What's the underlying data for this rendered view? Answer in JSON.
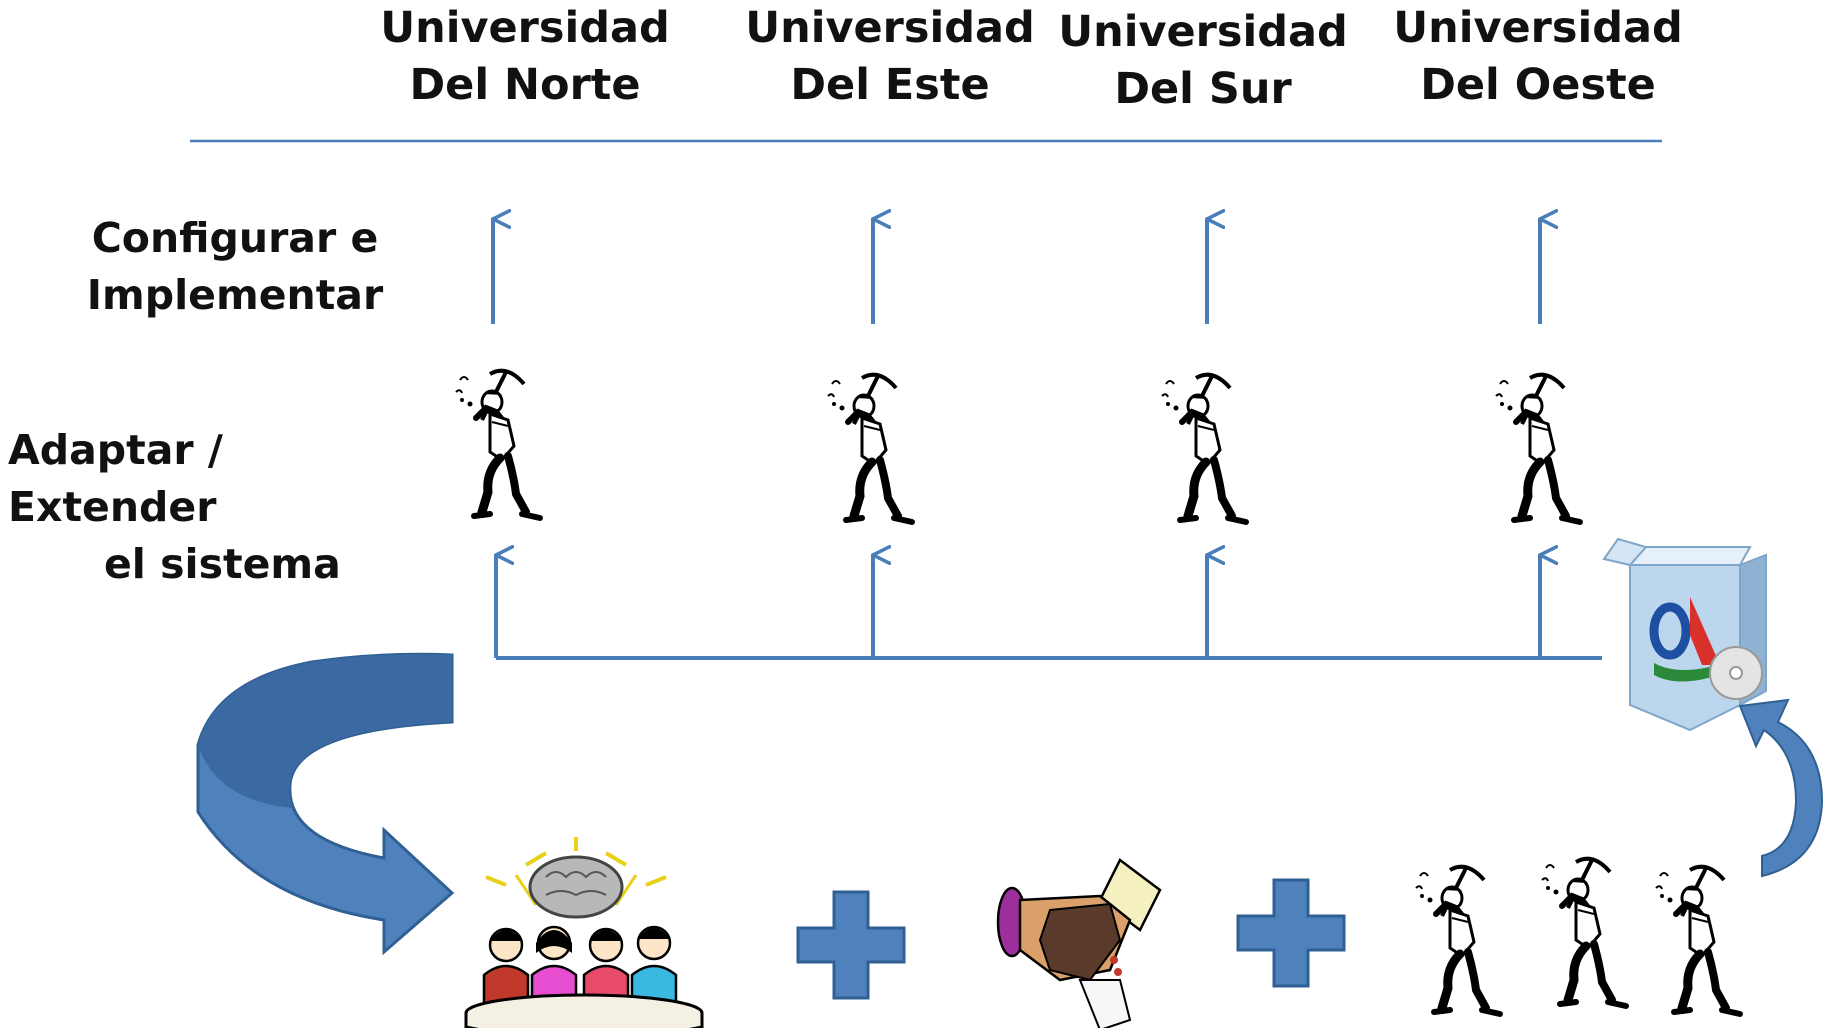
{
  "universities": [
    {
      "line1": "Universidad",
      "line2": "Del Norte"
    },
    {
      "line1": "Universidad",
      "line2": "Del Este"
    },
    {
      "line1": "Universidad",
      "line2": "Del Sur"
    },
    {
      "line1": "Universidad",
      "line2": "Del Oeste"
    }
  ],
  "stages": {
    "configure": {
      "line1": "Configurar e",
      "line2": "Implementar"
    },
    "adapt": {
      "line1": "Adaptar / Extender",
      "line2": "el sistema"
    }
  },
  "colors": {
    "accent": "#4a7ebb",
    "curve_arrow": "#4f81bd",
    "curve_arrow_dark": "#2f5f93",
    "text": "#111111"
  },
  "icons": [
    "worker-pickaxe-icon",
    "team-meeting-icon",
    "handshake-icon",
    "software-box-icon",
    "plus-icon"
  ]
}
